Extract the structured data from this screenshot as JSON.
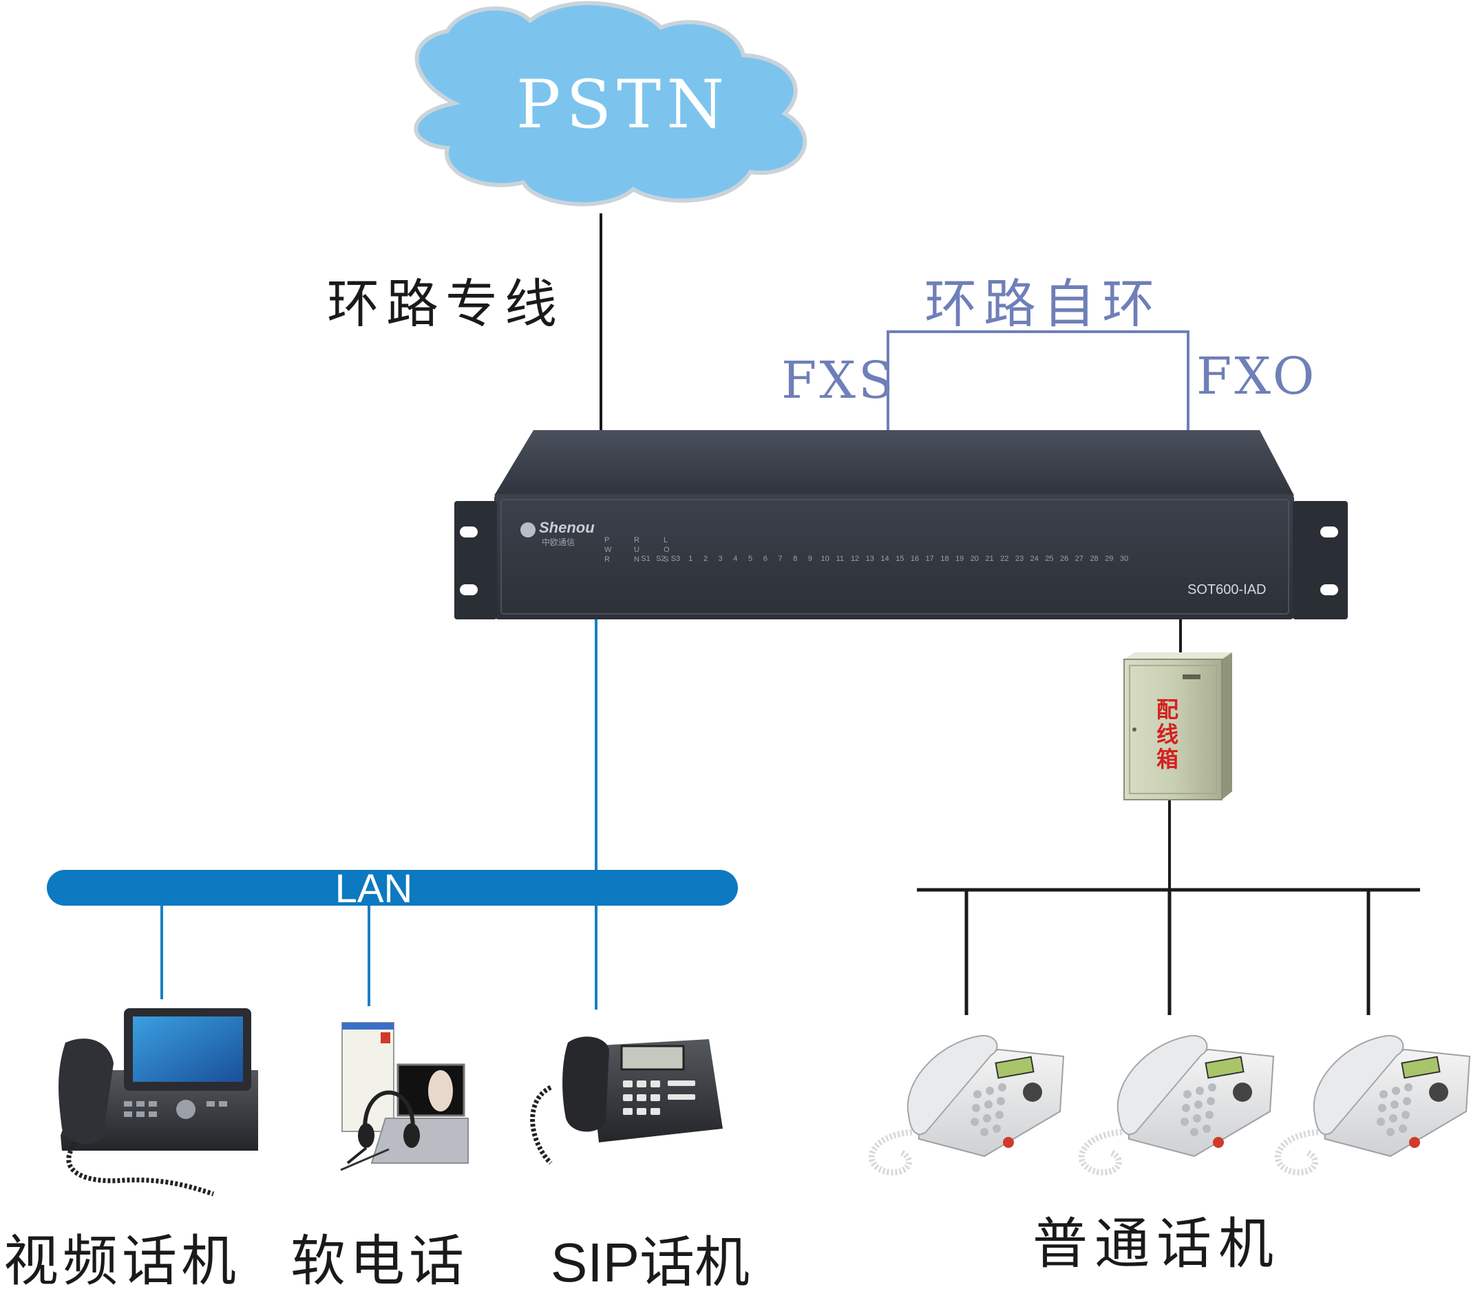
{
  "cloud": {
    "label": "PSTN",
    "fill": "#7cc4ee"
  },
  "labels": {
    "loop_line": "环路专线",
    "loop_self": "环路自环",
    "fxs": "FXS",
    "fxo": "FXO",
    "lan": "LAN",
    "video_phone": "视频话机",
    "soft_phone": "软电话",
    "sip_phone": "SIP话机",
    "normal_phone": "普通话机",
    "cabinet": [
      "配",
      "线",
      "箱"
    ]
  },
  "device": {
    "brand": "Shenou",
    "brand_sub": "中欧通信",
    "model": "SOT600-IAD",
    "status_leds": [
      [
        "P",
        "W",
        "R"
      ],
      [
        "R",
        "U",
        "N"
      ],
      [
        "L",
        "O",
        "S"
      ]
    ],
    "ports": [
      "S1",
      "S2",
      "S3",
      "1",
      "2",
      "3",
      "4",
      "5",
      "6",
      "7",
      "8",
      "9",
      "10",
      "11",
      "12",
      "13",
      "14",
      "15",
      "16",
      "17",
      "18",
      "19",
      "20",
      "21",
      "22",
      "23",
      "24",
      "25",
      "26",
      "27",
      "28",
      "29",
      "30"
    ]
  },
  "colors": {
    "line_black": "#1a1a1a",
    "line_blue": "#1a7fc4",
    "lan_bar": "#0d79c1",
    "loop_purple": "#6f7fb8",
    "device_body": "#3a3f4a",
    "cabinet_text": "#d42020"
  }
}
